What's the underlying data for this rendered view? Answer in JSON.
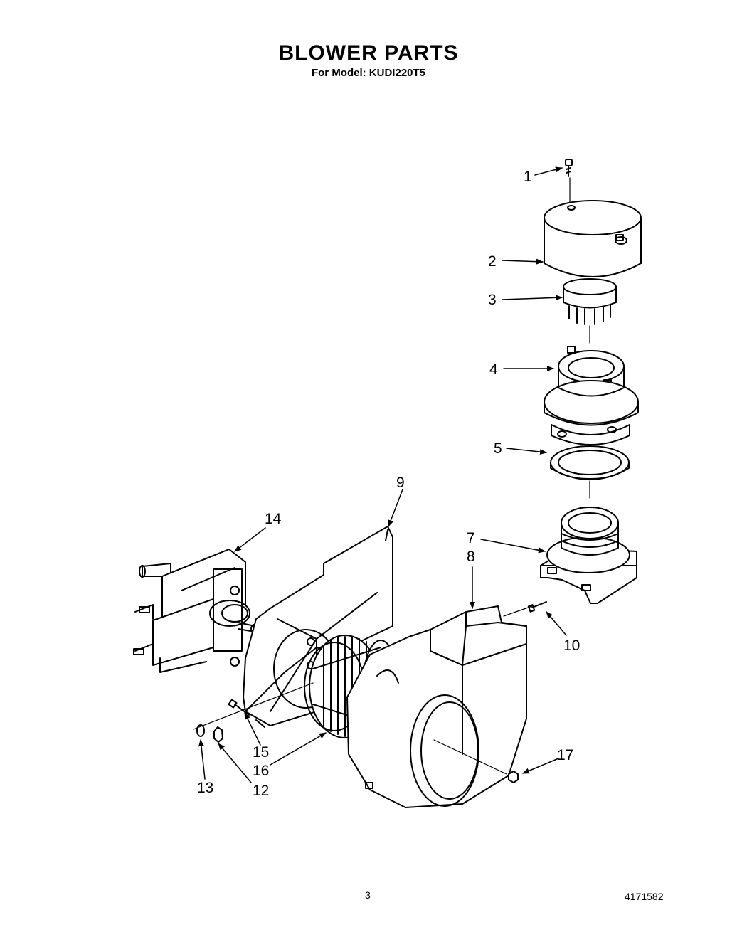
{
  "header": {
    "title": "BLOWER PARTS",
    "subtitle": "For Model: KUDI220T5"
  },
  "parts": [
    {
      "id": "part-1",
      "number": "1"
    },
    {
      "id": "part-2",
      "number": "2"
    },
    {
      "id": "part-3",
      "number": "3"
    },
    {
      "id": "part-4",
      "number": "4"
    },
    {
      "id": "part-5",
      "number": "5"
    },
    {
      "id": "part-7",
      "number": "7"
    },
    {
      "id": "part-8",
      "number": "8"
    },
    {
      "id": "part-9",
      "number": "9"
    },
    {
      "id": "part-10",
      "number": "10"
    },
    {
      "id": "part-12",
      "number": "12"
    },
    {
      "id": "part-13",
      "number": "13"
    },
    {
      "id": "part-14",
      "number": "14"
    },
    {
      "id": "part-15",
      "number": "15"
    },
    {
      "id": "part-16",
      "number": "16"
    },
    {
      "id": "part-17",
      "number": "17"
    }
  ],
  "footer": {
    "page_number": "3",
    "document_number": "4171582"
  }
}
